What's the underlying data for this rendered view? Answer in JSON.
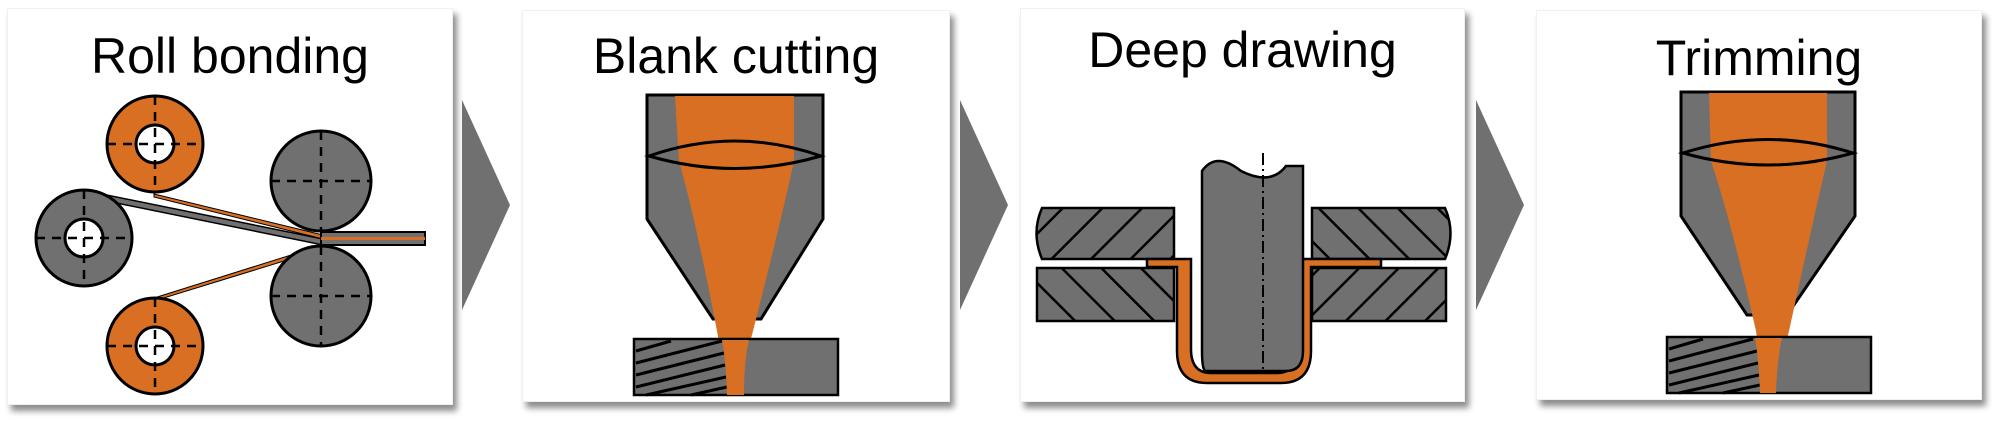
{
  "colors": {
    "orange": "#D86F22",
    "gray": "#707070",
    "outline": "#000000",
    "background": "#FFFFFF"
  },
  "steps": [
    {
      "title": "Roll bonding",
      "illustration": "roll-bonding-rollers"
    },
    {
      "title": "Blank cutting",
      "illustration": "laser-cutting-head"
    },
    {
      "title": "Deep drawing",
      "illustration": "deep-drawing-punch-die"
    },
    {
      "title": "Trimming",
      "illustration": "laser-cutting-head"
    }
  ],
  "connectors": [
    {
      "from": "Roll bonding",
      "to": "Blank cutting",
      "icon": "chevron-right-icon"
    },
    {
      "from": "Blank cutting",
      "to": "Deep drawing",
      "icon": "chevron-right-icon"
    },
    {
      "from": "Deep drawing",
      "to": "Trimming",
      "icon": "chevron-right-icon"
    }
  ]
}
